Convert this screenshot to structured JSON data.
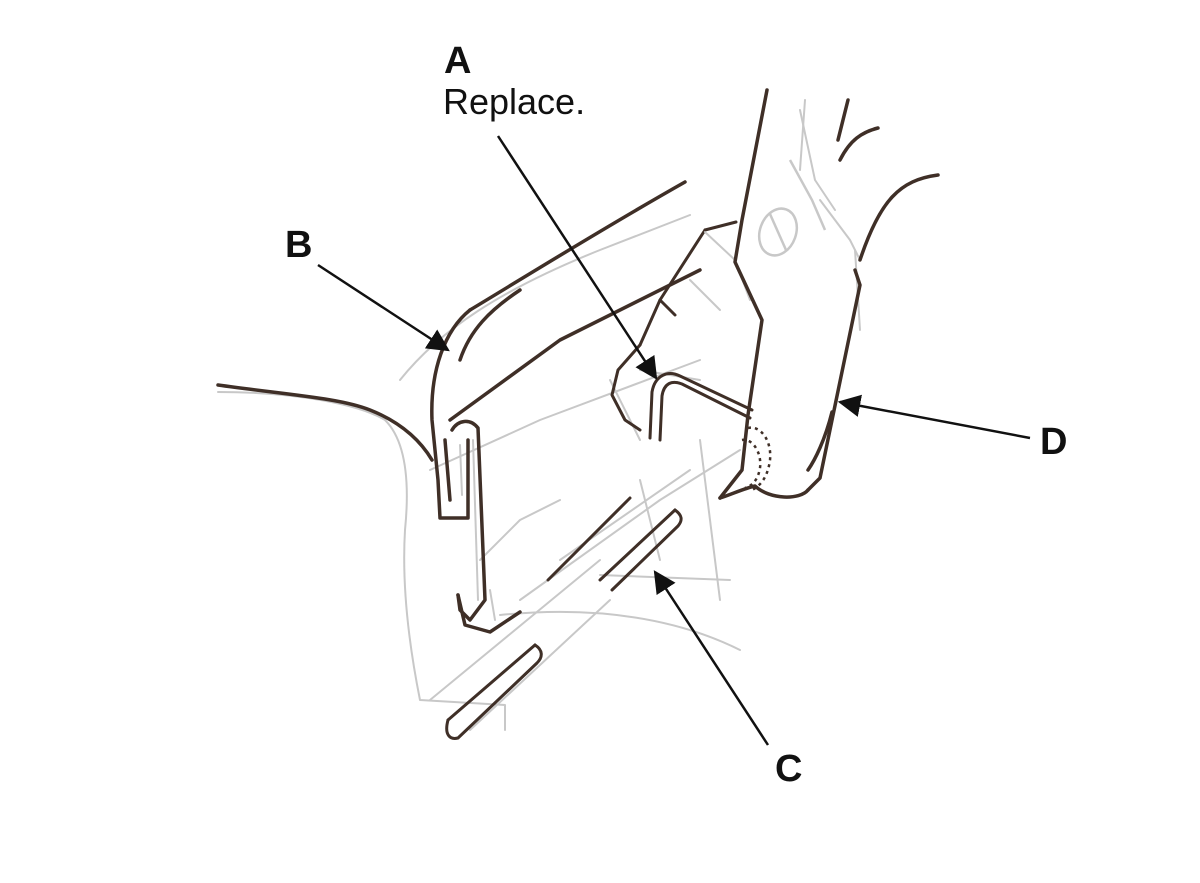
{
  "callouts": {
    "a": {
      "letter": "A",
      "note": "Replace."
    },
    "b": {
      "letter": "B"
    },
    "c": {
      "letter": "C"
    },
    "d": {
      "letter": "D"
    }
  },
  "colors": {
    "dark_line": "#3f2f27",
    "light_line": "#c8c8c8",
    "leader": "#111111"
  }
}
